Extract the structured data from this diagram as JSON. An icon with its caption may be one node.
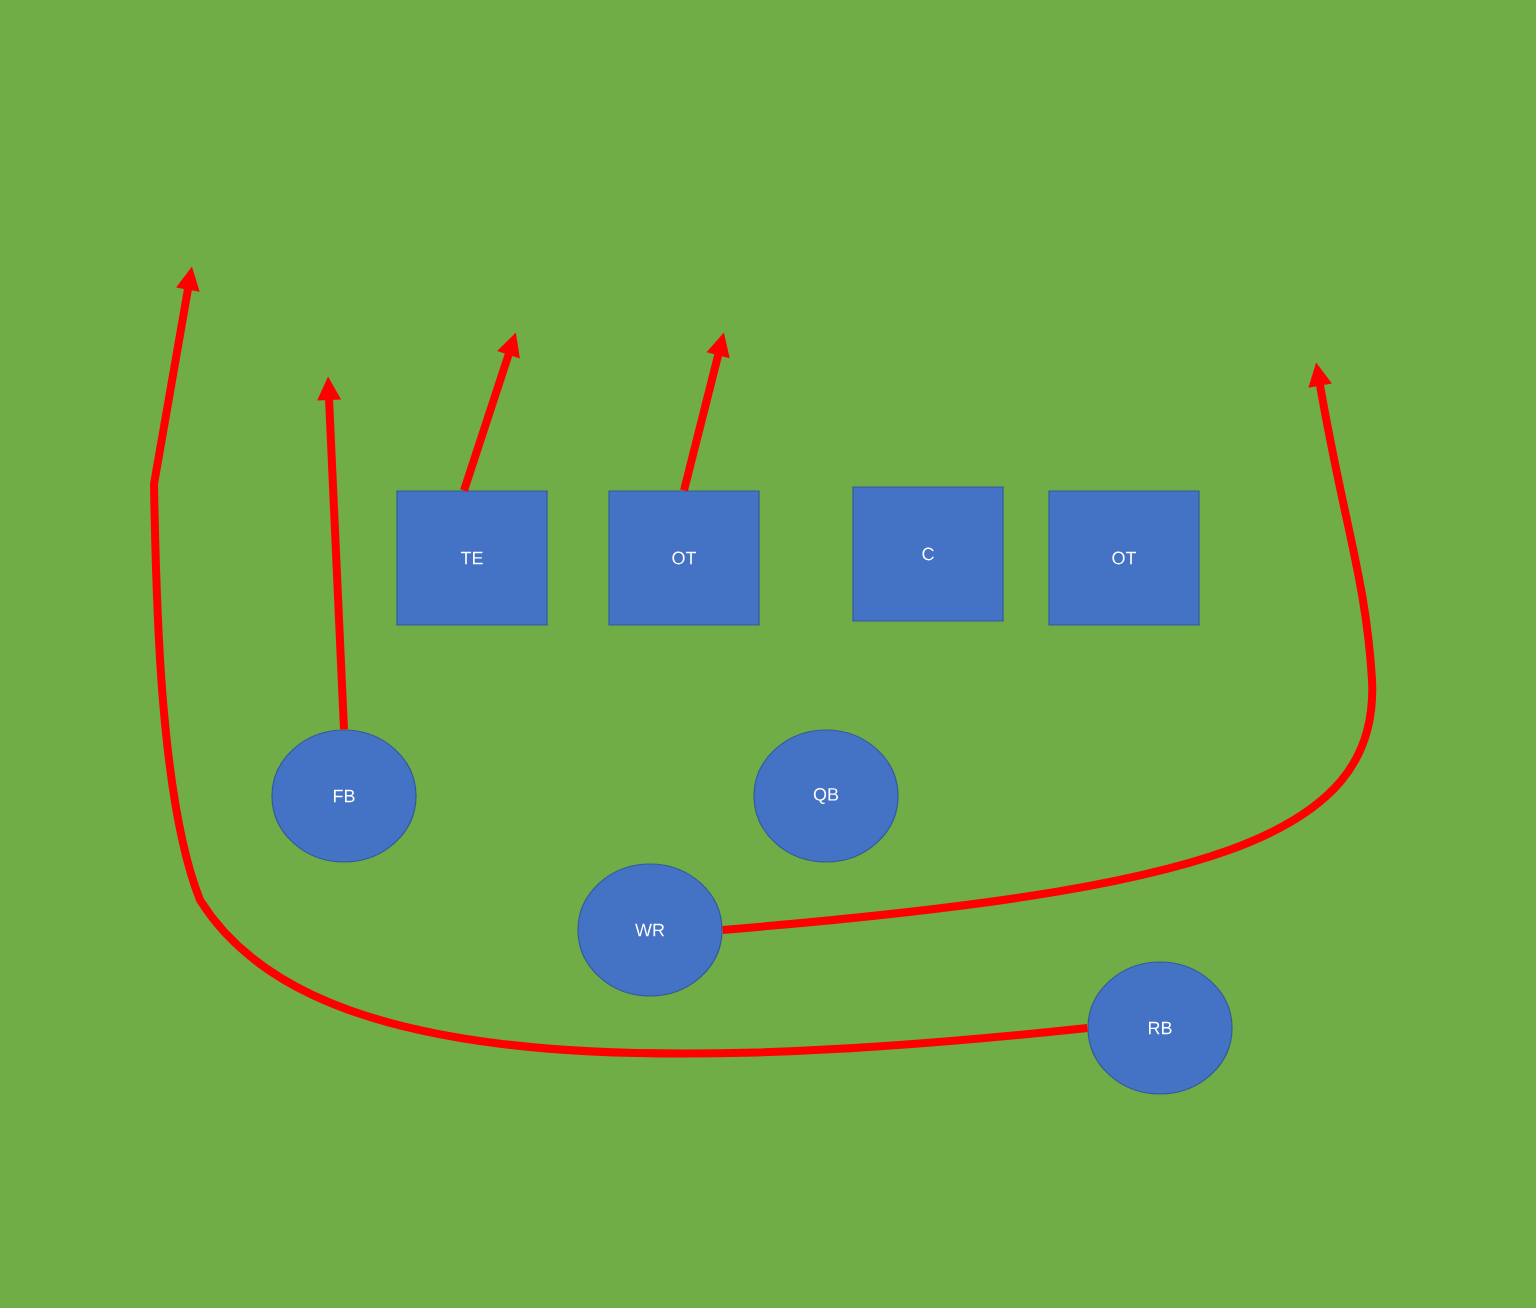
{
  "diagram": {
    "nodes": [
      {
        "text": [
          "TE"
        ]
      },
      {
        "text": [
          "OT"
        ]
      },
      {
        "text": [
          "C"
        ]
      },
      {
        "text": [
          "OT"
        ]
      },
      {
        "text": [
          "FB"
        ]
      },
      {
        "text": [
          "QB"
        ]
      },
      {
        "text": [
          "WR"
        ]
      },
      {
        "text": [
          "RB"
        ]
      }
    ],
    "edges": [
      {
        "from": 4,
        "to": null,
        "arrow": "to"
      },
      {
        "from": 0,
        "to": null,
        "arrow": "to"
      },
      {
        "from": 1,
        "to": null,
        "arrow": "to"
      },
      {
        "from": 6,
        "to": null,
        "arrow": "to"
      },
      {
        "from": 7,
        "to": null,
        "arrow": "to"
      }
    ]
  }
}
